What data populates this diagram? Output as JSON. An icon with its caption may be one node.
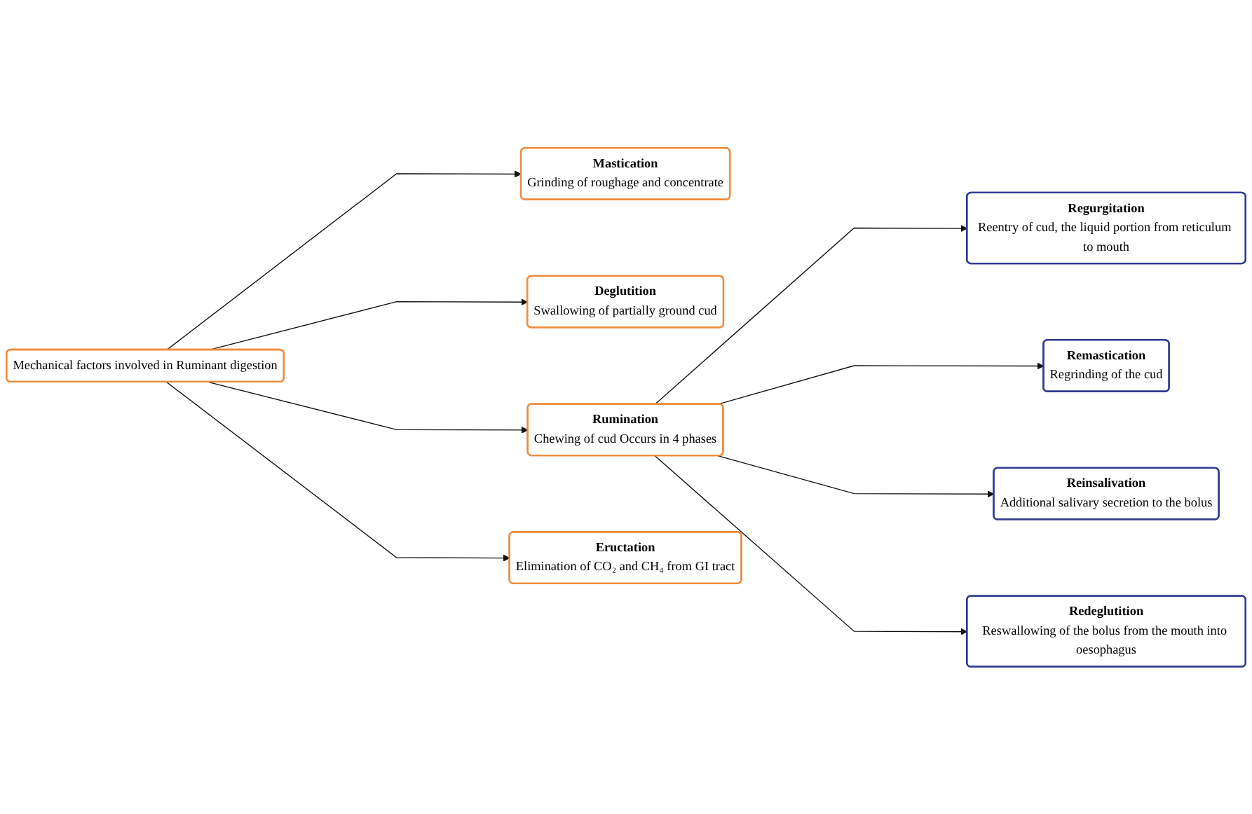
{
  "diagram": {
    "nodes": [
      {
        "text": [
          "Mechanical factors involved in Ruminant digestion"
        ]
      },
      {
        "text": [
          "Mastication",
          "Grinding of roughage and concentrate"
        ]
      },
      {
        "text": [
          "Deglutition",
          "Swallowing of partially ground cud"
        ]
      },
      {
        "text": [
          "Rumination",
          "Chewing of cud Occurs in 4 phases"
        ]
      },
      {
        "text": [
          "Eructation",
          "Elimination of CO₂ and CH₄ from GI tract"
        ]
      },
      {
        "text": [
          "Regurgitation",
          "Reentry of cud, the liquid portion from reticulum to mouth"
        ]
      },
      {
        "text": [
          "Remastication",
          "Regrinding of the cud"
        ]
      },
      {
        "text": [
          "Reinsalivation",
          "Additional salivary secretion to the bolus"
        ]
      },
      {
        "text": [
          "Redeglutition",
          "Reswallowing of the bolus from the mouth into oesophagus"
        ]
      }
    ],
    "edges": [
      {
        "from": 0,
        "to": 1,
        "arrow": "to"
      },
      {
        "from": 0,
        "to": 2,
        "arrow": "to"
      },
      {
        "from": 0,
        "to": 3,
        "arrow": "to"
      },
      {
        "from": 0,
        "to": 4,
        "arrow": "to"
      },
      {
        "from": 3,
        "to": 5,
        "arrow": "to"
      },
      {
        "from": 3,
        "to": 6,
        "arrow": "to"
      },
      {
        "from": 3,
        "to": 7,
        "arrow": "to"
      },
      {
        "from": 3,
        "to": 8,
        "arrow": "to"
      }
    ]
  }
}
